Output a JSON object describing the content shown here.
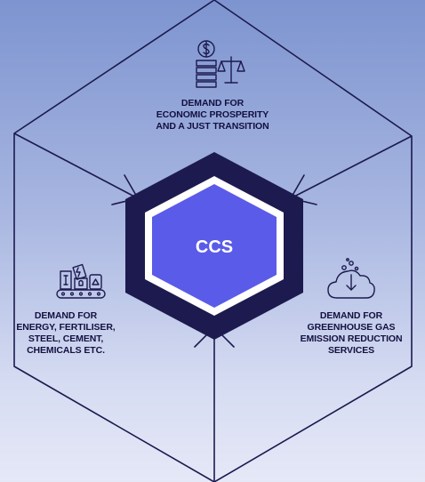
{
  "center": {
    "label": "CCS"
  },
  "nodes": {
    "top": {
      "icon": "money-balance-scale-icon",
      "lines": [
        "DEMAND FOR",
        "ECONOMIC PROSPERITY",
        "AND A JUST TRANSITION"
      ]
    },
    "left": {
      "icon": "factory-conveyor-icon",
      "lines": [
        "DEMAND FOR",
        "ENERGY, FERTILISER,",
        "STEEL, CEMENT,",
        "CHEMICALS ETC."
      ]
    },
    "right": {
      "icon": "cloud-emission-reduction-icon",
      "lines": [
        "DEMAND FOR",
        "GREENHOUSE GAS",
        "EMISSION REDUCTION",
        "SERVICES"
      ]
    }
  },
  "colors": {
    "navy": "#1c1a4e",
    "accent": "#5a5be8",
    "background_top": "#7d94d0",
    "background_bottom": "#e5e8f7"
  }
}
